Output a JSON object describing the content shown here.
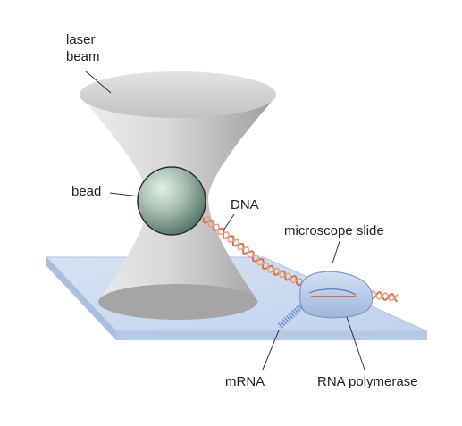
{
  "labels": {
    "laser_line1": "laser",
    "laser_line2": "beam",
    "bead": "bead",
    "dna": "DNA",
    "slide": "microscope slide",
    "mrna": "mRNA",
    "polymerase": "RNA polymerase"
  },
  "colors": {
    "slide_fill": "#c9d9ef",
    "slide_edge": "#aec3e2",
    "beam_light": "#eeeeee",
    "beam_dark": "#9c9c9c",
    "bead_light": "#d6e6dd",
    "bead_dark": "#4e6e5f",
    "dna": "#d2744f",
    "mrna": "#6f8fcf",
    "polymerase_fill": "#b9cdeb",
    "polymerase_edge": "#7e99c4"
  }
}
